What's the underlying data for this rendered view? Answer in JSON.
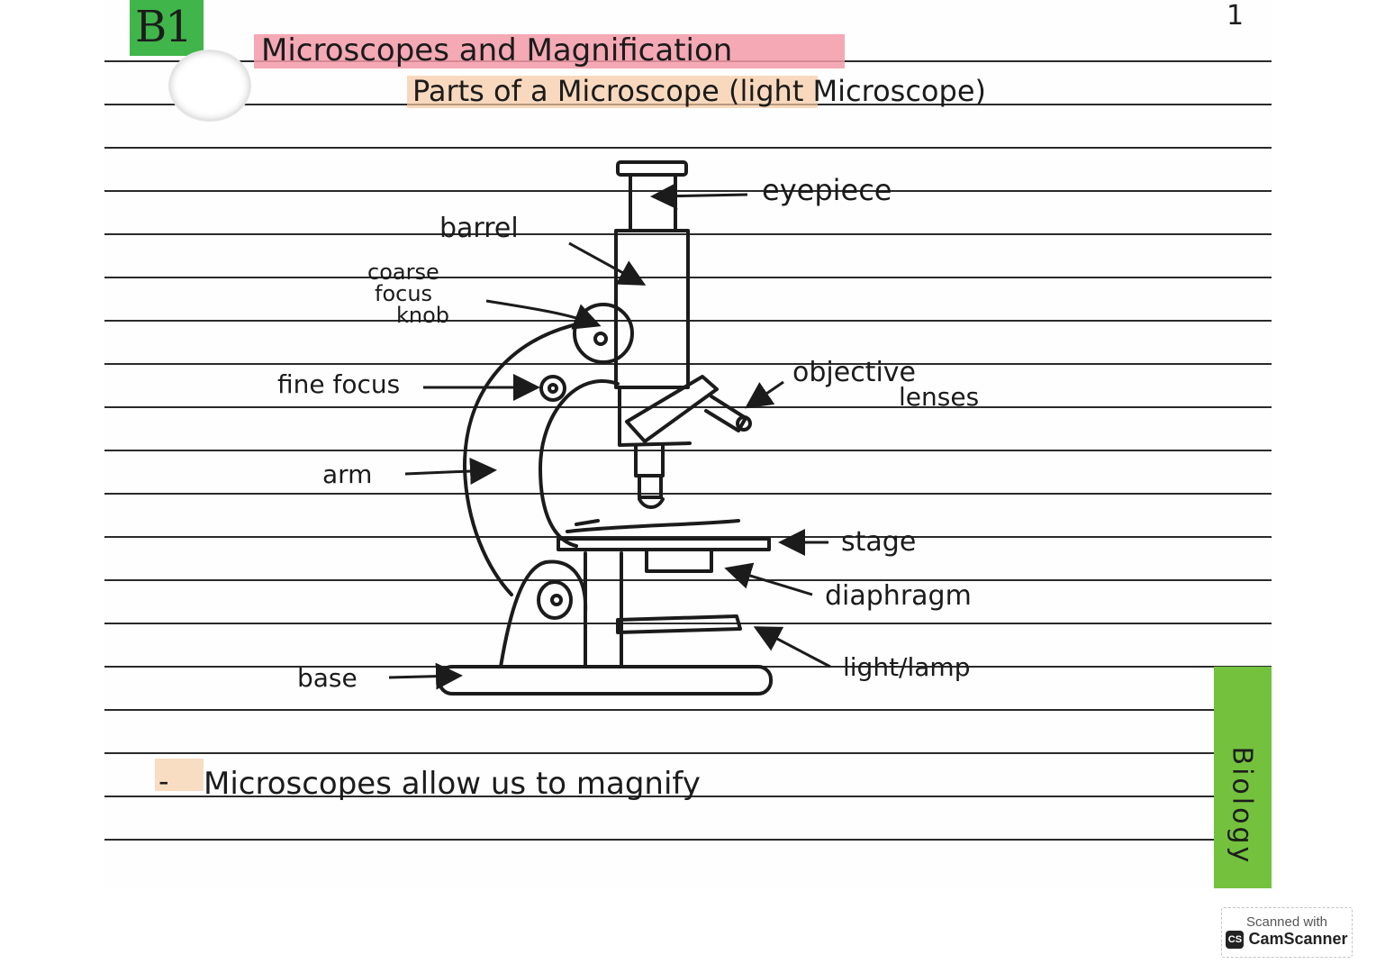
{
  "header": {
    "code": "B1",
    "title": "Microscopes and Magnification",
    "subtitle": "Parts of a Microscope (light Microscope)",
    "page_number": "1"
  },
  "diagram": {
    "labels": {
      "eyepiece": "eyepiece",
      "barrel": "barrel",
      "coarse_focus_line1": "coarse",
      "coarse_focus_line2": "focus",
      "coarse_focus_line3": "knob",
      "fine_focus": "fine focus",
      "objective_line1": "objective",
      "objective_line2": "lenses",
      "arm": "arm",
      "stage": "stage",
      "diaphragm": "diaphragm",
      "light": "light/lamp",
      "base": "base"
    }
  },
  "notes": {
    "bullet": "-",
    "line1": "Microscopes allow us to magnify"
  },
  "side_tab": {
    "label": "Biology"
  },
  "watermark": {
    "line1": "Scanned with",
    "logo": "CS",
    "brand": "CamScanner"
  },
  "colors": {
    "code_tab": "#3fb54a",
    "title_highlight": "#f29aa7",
    "subtitle_highlight": "#f7c9a3",
    "side_tab": "#74c13e",
    "ink": "#1b1b1b",
    "ruling": "#2a2a2a"
  }
}
